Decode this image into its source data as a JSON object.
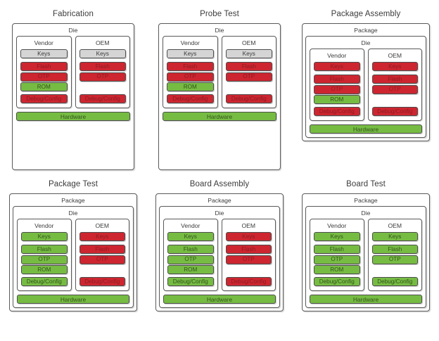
{
  "diagram": {
    "title": "Device lifecycle asset protection states",
    "colors": {
      "red": "#cd2630",
      "green": "#76bc43",
      "grey": "#d5d5d5",
      "border": "#595959",
      "background": "#ffffff"
    },
    "labels": {
      "package": "Package",
      "die": "Die",
      "vendor": "Vendor",
      "oem": "OEM",
      "hardware": "Hardware"
    },
    "panels": [
      {
        "title": "Fabrication",
        "has_package": false,
        "die_label": "Die",
        "hardware": {
          "label": "Hardware",
          "state": "green"
        },
        "columns": [
          {
            "label": "Vendor",
            "groups": [
              [
                {
                  "label": "Keys",
                  "state": "grey"
                }
              ],
              [
                {
                  "label": "Flash",
                  "state": "red"
                },
                {
                  "label": "OTP",
                  "state": "red"
                },
                {
                  "label": "ROM",
                  "state": "green"
                }
              ],
              [
                {
                  "label": "Debug/Config",
                  "state": "red"
                }
              ]
            ]
          },
          {
            "label": "OEM",
            "groups": [
              [
                {
                  "label": "Keys",
                  "state": "grey"
                }
              ],
              [
                {
                  "label": "Flash",
                  "state": "red"
                },
                {
                  "label": "OTP",
                  "state": "red"
                }
              ],
              [
                {
                  "label": "Debug/Config",
                  "state": "red"
                }
              ]
            ]
          }
        ]
      },
      {
        "title": "Probe Test",
        "has_package": false,
        "die_label": "Die",
        "hardware": {
          "label": "Hardware",
          "state": "green"
        },
        "columns": [
          {
            "label": "Vendor",
            "groups": [
              [
                {
                  "label": "Keys",
                  "state": "grey"
                }
              ],
              [
                {
                  "label": "Flash",
                  "state": "red"
                },
                {
                  "label": "OTP",
                  "state": "red"
                },
                {
                  "label": "ROM",
                  "state": "green"
                }
              ],
              [
                {
                  "label": "Debug/Config",
                  "state": "red"
                }
              ]
            ]
          },
          {
            "label": "OEM",
            "groups": [
              [
                {
                  "label": "Keys",
                  "state": "grey"
                }
              ],
              [
                {
                  "label": "Flash",
                  "state": "red"
                },
                {
                  "label": "OTP",
                  "state": "red"
                }
              ],
              [
                {
                  "label": "Debug/Config",
                  "state": "red"
                }
              ]
            ]
          }
        ]
      },
      {
        "title": "Package Assembly",
        "has_package": true,
        "package_label": "Package",
        "die_label": "Die",
        "hardware": {
          "label": "Hardware",
          "state": "green"
        },
        "columns": [
          {
            "label": "Vendor",
            "groups": [
              [
                {
                  "label": "Keys",
                  "state": "red"
                }
              ],
              [
                {
                  "label": "Flash",
                  "state": "red"
                },
                {
                  "label": "OTP",
                  "state": "red"
                },
                {
                  "label": "ROM",
                  "state": "green"
                }
              ],
              [
                {
                  "label": "Debug/Config",
                  "state": "red"
                }
              ]
            ]
          },
          {
            "label": "OEM",
            "groups": [
              [
                {
                  "label": "Keys",
                  "state": "red"
                }
              ],
              [
                {
                  "label": "Flash",
                  "state": "red"
                },
                {
                  "label": "OTP",
                  "state": "red"
                }
              ],
              [
                {
                  "label": "Debug/Config",
                  "state": "red"
                }
              ]
            ]
          }
        ]
      },
      {
        "title": "Package Test",
        "has_package": true,
        "package_label": "Package",
        "die_label": "Die",
        "hardware": {
          "label": "Hardware",
          "state": "green"
        },
        "columns": [
          {
            "label": "Vendor",
            "groups": [
              [
                {
                  "label": "Keys",
                  "state": "green"
                }
              ],
              [
                {
                  "label": "Flash",
                  "state": "green"
                },
                {
                  "label": "OTP",
                  "state": "green"
                },
                {
                  "label": "ROM",
                  "state": "green"
                }
              ],
              [
                {
                  "label": "Debug/Config",
                  "state": "green"
                }
              ]
            ]
          },
          {
            "label": "OEM",
            "groups": [
              [
                {
                  "label": "Keys",
                  "state": "red"
                }
              ],
              [
                {
                  "label": "Flash",
                  "state": "red"
                },
                {
                  "label": "OTP",
                  "state": "red"
                }
              ],
              [
                {
                  "label": "Debug/Config",
                  "state": "red"
                }
              ]
            ]
          }
        ]
      },
      {
        "title": "Board Assembly",
        "has_package": true,
        "package_label": "Package",
        "die_label": "Die",
        "hardware": {
          "label": "Hardware",
          "state": "green"
        },
        "columns": [
          {
            "label": "Vendor",
            "groups": [
              [
                {
                  "label": "Keys",
                  "state": "green"
                }
              ],
              [
                {
                  "label": "Flash",
                  "state": "green"
                },
                {
                  "label": "OTP",
                  "state": "green"
                },
                {
                  "label": "ROM",
                  "state": "green"
                }
              ],
              [
                {
                  "label": "Debug/Config",
                  "state": "green"
                }
              ]
            ]
          },
          {
            "label": "OEM",
            "groups": [
              [
                {
                  "label": "Keys",
                  "state": "red"
                }
              ],
              [
                {
                  "label": "Flash",
                  "state": "red"
                },
                {
                  "label": "OTP",
                  "state": "red"
                }
              ],
              [
                {
                  "label": "Debug/Config",
                  "state": "red"
                }
              ]
            ]
          }
        ]
      },
      {
        "title": "Board Test",
        "has_package": true,
        "package_label": "Package",
        "die_label": "Die",
        "hardware": {
          "label": "Hardware",
          "state": "green"
        },
        "columns": [
          {
            "label": "Vendor",
            "groups": [
              [
                {
                  "label": "Keys",
                  "state": "green"
                }
              ],
              [
                {
                  "label": "Flash",
                  "state": "green"
                },
                {
                  "label": "OTP",
                  "state": "green"
                },
                {
                  "label": "ROM",
                  "state": "green"
                }
              ],
              [
                {
                  "label": "Debug/Config",
                  "state": "green"
                }
              ]
            ]
          },
          {
            "label": "OEM",
            "groups": [
              [
                {
                  "label": "Keys",
                  "state": "green"
                }
              ],
              [
                {
                  "label": "Flash",
                  "state": "green"
                },
                {
                  "label": "OTP",
                  "state": "green"
                }
              ],
              [
                {
                  "label": "Debug/Config",
                  "state": "green"
                }
              ]
            ]
          }
        ]
      }
    ]
  }
}
